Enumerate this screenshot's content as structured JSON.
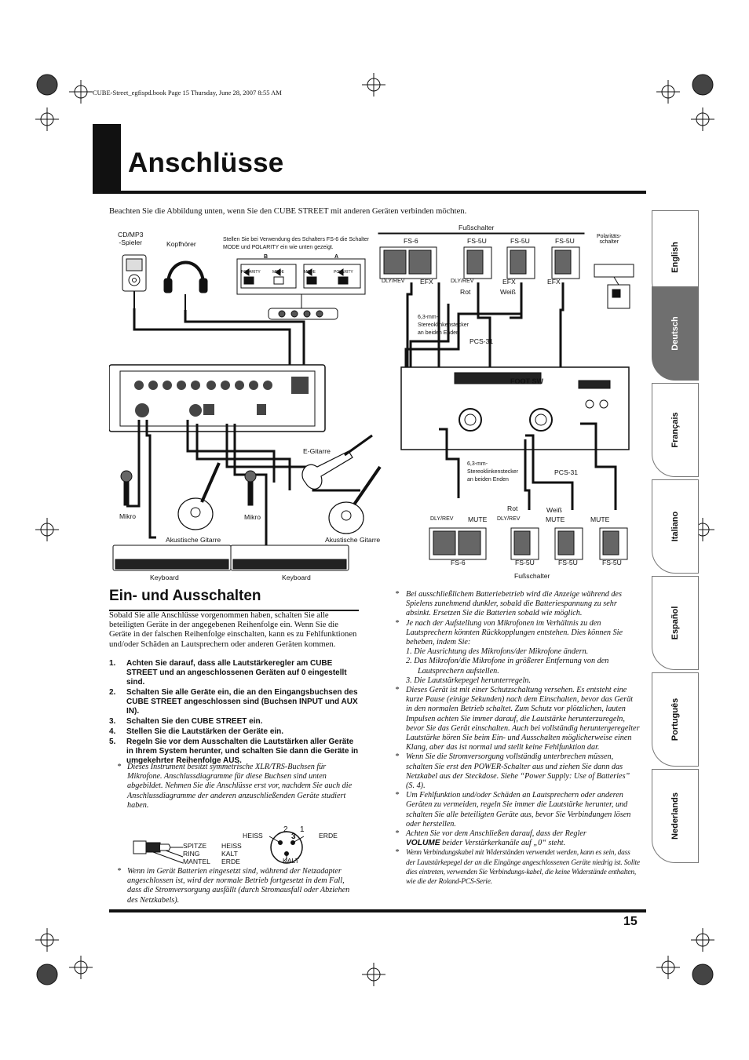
{
  "header_line": "CUBE-Street_egfispd.book  Page 15  Thursday, June 28, 2007  8:55 AM",
  "title": "Anschlüsse",
  "intro": "Beachten Sie die Abbildung unten, wenn Sie den CUBE STREET mit anderen Geräten verbinden möchten.",
  "diagram": {
    "cd_player": "CD/MP3\n-Spieler",
    "headphones": "Kopfhörer",
    "fs6_note": "Stellen Sie bei Verwendung des Schalters FS-6 die Schalter MODE und POLARITY ein wie unten gezeigt.",
    "label_b": "B",
    "label_a": "A",
    "polarity": "POLARITY",
    "mode": "MODE",
    "fussschalter": "Fußschalter",
    "fs6": "FS-6",
    "fs5u": "FS-5U",
    "polaritaets": "Polaritäts-\nschalter",
    "dly_rev": "DLY/REV",
    "efx": "EFX",
    "rot": "Rot",
    "weiss": "Weiß",
    "plug_text": "6,3-mm-\nStereoklinkenstecker\nan beiden Enden",
    "pcs31": "PCS-31",
    "mute": "MUTE",
    "e_gitarre": "E-Gitarre",
    "mikro": "Mikro",
    "akustische": "Akustische Gitarre",
    "keyboard": "Keyboard",
    "foot_sw": "FOOT SW"
  },
  "section": {
    "title": "Ein- und Ausschalten",
    "paragraph": "Sobald Sie alle Anschlüsse vorgenommen haben, schalten Sie alle beteiligten Geräte in der angegebenen Reihenfolge ein. Wenn Sie die Geräte in der falschen Reihenfolge einschalten, kann es zu Fehlfunktionen und/oder Schäden an Lautsprechern oder anderen Geräten kommen.",
    "steps": [
      {
        "num": "1.",
        "text": "Achten Sie darauf, dass alle Lautstärkeregler am CUBE STREET und an angeschlossenen Geräten auf 0 eingestellt sind."
      },
      {
        "num": "2.",
        "text": "Schalten Sie alle Geräte ein, die an den Eingangsbuchsen des CUBE STREET angeschlossen sind (Buchsen INPUT und AUX IN)."
      },
      {
        "num": "3.",
        "text": "Schalten Sie den CUBE STREET ein."
      },
      {
        "num": "4.",
        "text": "Stellen Sie die Lautstärken der Geräte ein."
      },
      {
        "num": "5.",
        "text": "Regeln Sie vor dem Ausschalten die Lautstärken aller Geräte in Ihrem System herunter, und schalten Sie dann die Geräte in umgekehrter Reihenfolge AUS."
      }
    ],
    "note_xlr": "Dieses Instrument besitzt symmetrische XLR/TRS-Buchsen für Mikrofone. Anschlussdiagramme für diese Buchsen sind unten abgebildet. Nehmen Sie die Anschlüsse erst vor, nachdem Sie auch die Anschlussdiagramme der anderen anzuschließenden Geräte studiert haben.",
    "trs": {
      "spitze": "SPITZE",
      "ring": "RING",
      "mantel": "MANTEL",
      "heiss": "HEISS",
      "kalt": "KALT",
      "erde": "ERDE"
    },
    "xlr": {
      "heiss": "HEISS",
      "erde": "ERDE",
      "kalt": "KALT",
      "p1": "1",
      "p2": "2",
      "p3": "3"
    },
    "note_battery": "Wenn im Gerät Batterien eingesetzt sind, während der Netzadapter angeschlossen ist, wird der normale Betrieb fortgesetzt in dem Fall, dass die Stromversorgung ausfällt (durch Stromausfall oder Abziehen des Netzkabels)."
  },
  "right_notes": {
    "n1": "Bei ausschließlichem Batteriebetrieb wird die Anzeige während des Spielens zunehmend dunkler, sobald die Batteriespannung zu sehr absinkt. Ersetzen Sie die Batterien sobald wie möglich.",
    "n2": "Je nach der Aufstellung von Mikrofonen im Verhältnis zu den Lautsprechern könnten Rückkopplungen entstehen. Dies können Sie beheben, indem Sie:",
    "n2_items": [
      "1.  Die Ausrichtung des Mikrofons/der Mikrofone ändern.",
      "2.  Das Mikrofon/die Mikrofone in größerer Entfernung von den Lautsprechern aufstellen.",
      "3.  Die Lautstärkepegel herunterregeln."
    ],
    "n3": "Dieses Gerät ist mit einer Schutzschaltung versehen. Es entsteht eine kurze Pause (einige Sekunden) nach dem Einschalten, bevor das Gerät in den normalen Betrieb schaltet. Zum Schutz vor plötzlichen, lauten Impulsen achten Sie immer darauf, die Lautstärke herunterzuregeln, bevor Sie das Gerät einschalten. Auch bei vollständig heruntergeregelter Lautstärke hören Sie beim Ein- und Ausschalten möglicherweise einen Klang, aber das ist normal und stellt keine Fehlfunktion dar.",
    "n4": "Wenn Sie die Stromversorgung vollständig unterbrechen müssen, schalten Sie erst den POWER-Schalter aus und ziehen Sie dann das Netzkabel aus der Steckdose. Siehe “Power Supply: Use of Batteries” (S. 4).",
    "n5": "Um Fehlfunktion und/oder Schäden an Lautsprechern oder anderen Geräten zu vermeiden, regeln Sie immer die Lautstärke herunter, und schalten Sie alle beteiligten Geräte aus, bevor Sie Verbindungen lösen oder herstellen.",
    "n6a": "Achten Sie vor dem Anschließen darauf, dass der Regler",
    "n6b": "VOLUME",
    "n6c": " beider Verstärkerkanäle auf „0“ steht.",
    "n7": "Wenn Verbindungskabel mit Widerständen verwendet werden, kann es sein, dass der Lautstärkepegel der an die Eingänge angeschlossenen Geräte niedrig ist. Sollte dies eintreten, verwenden Sie Verbindungs-kabel, die keine Widerstände enthalten, wie die der Roland-PCS-Serie."
  },
  "page_number": "15",
  "tabs": [
    "English",
    "Deutsch",
    "Français",
    "Italiano",
    "Español",
    "Português",
    "Nederlands"
  ]
}
